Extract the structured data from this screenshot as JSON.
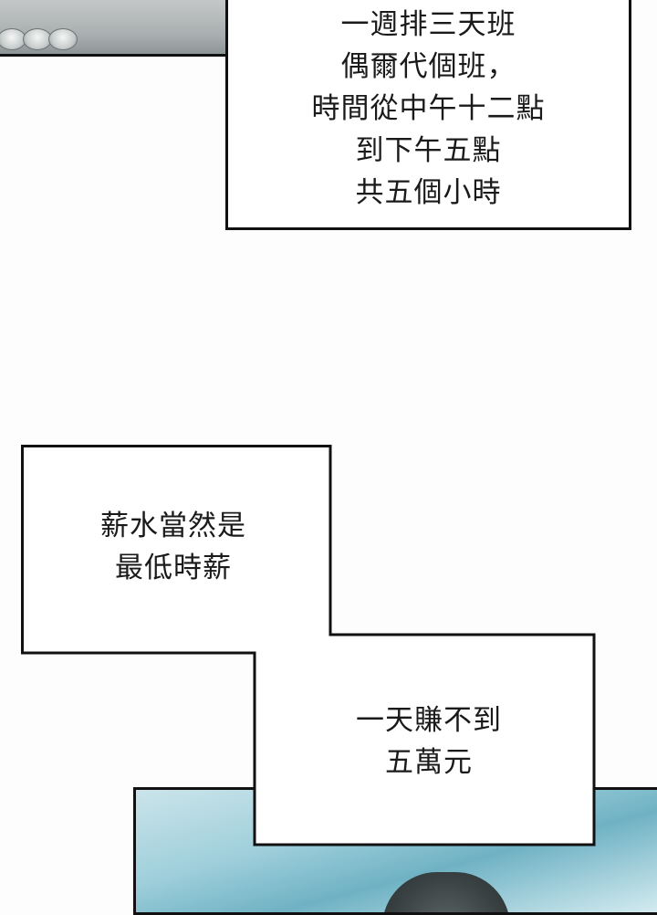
{
  "caption_top": {
    "lines": [
      "一週排三天班",
      "偶爾代個班，",
      "時間從中午十二點",
      "到下午五點",
      "共五個小時"
    ]
  },
  "caption_middle": {
    "part_a": [
      "薪水當然是",
      "最低時薪"
    ],
    "part_b": [
      "一天賺不到",
      "五萬元"
    ]
  }
}
